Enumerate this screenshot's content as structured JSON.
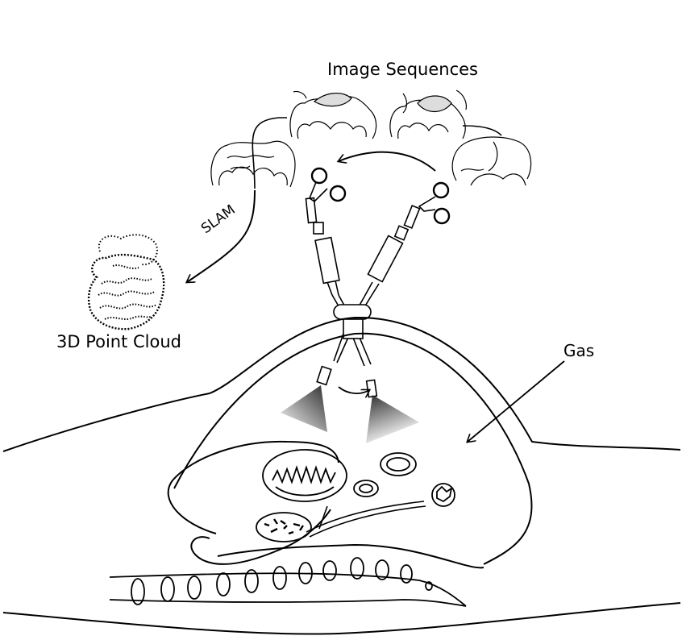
{
  "labels": {
    "image_sequences": "Image Sequences",
    "slam": "SLAM",
    "point_cloud": "3D Point Cloud",
    "gas": "Gas"
  },
  "icons": [
    "intestine-image-icon",
    "laparoscope-icon",
    "trocar-icon",
    "point-cloud-icon",
    "spine-icon"
  ],
  "colors": {
    "stroke": "#000000",
    "background": "#ffffff",
    "light_cone": "#333333"
  }
}
